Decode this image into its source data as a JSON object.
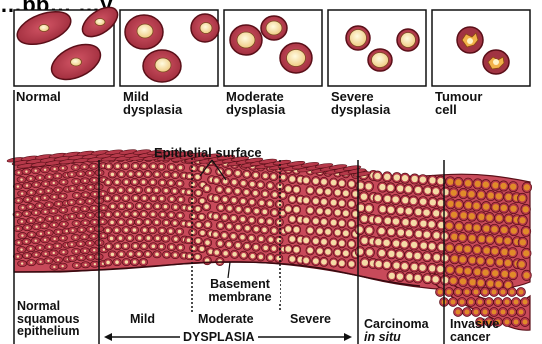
{
  "header_fragment": "…pp…                      …y",
  "stages": [
    {
      "line1": "Normal",
      "line2": ""
    },
    {
      "line1": "Mild",
      "line2": "dysplasia"
    },
    {
      "line1": "Moderate",
      "line2": "dysplasia"
    },
    {
      "line1": "Severe",
      "line2": "dysplasia"
    },
    {
      "line1": "Tumour",
      "line2": "cell"
    }
  ],
  "labels": {
    "epithelial_surface": "Epithelial surface",
    "basement_membrane_1": "Basement",
    "basement_membrane_2": "membrane",
    "normal_1": "Normal",
    "normal_2": "squamous",
    "normal_3": "epithelium",
    "mild": "Mild",
    "moderate": "Moderate",
    "severe": "Severe",
    "carcinoma_1": "Carcinoma",
    "carcinoma_2": "in situ",
    "invasive_1": "Invasive",
    "invasive_2": "cancer",
    "dysplasia": "DYSPLASIA"
  },
  "colors": {
    "cell_fill": "#b6394a",
    "cell_stroke": "#5a0f18",
    "nucleus": "#f4dba6",
    "nucleus_core": "#fff4c8",
    "tumour_orange": "#e08a2a",
    "background_cells": "#e9c9bf"
  }
}
